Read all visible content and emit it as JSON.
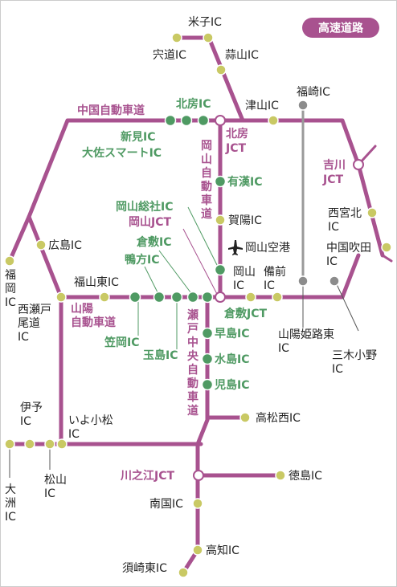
{
  "legend": {
    "badge": "高速道路"
  },
  "colors": {
    "expressway": "#a8528f",
    "ic_marker": "#c9c964",
    "highlight_ic": "#4f9a63",
    "other_road": "#9a9a9a",
    "badge": "#a8528f"
  },
  "routes": {
    "chugoku": "中国自動車道",
    "okayama": [
      "岡",
      "山",
      "自",
      "動",
      "車",
      "道"
    ],
    "sanyo": [
      "山陽",
      "自動車道"
    ],
    "setochuo": [
      "瀬",
      "戸",
      "中",
      "央",
      "自",
      "動",
      "車",
      "道"
    ]
  },
  "junctions": {
    "hokubo_jct": [
      "北房",
      "JCT"
    ],
    "yoshikawa_jct": [
      "吉川",
      "JCT"
    ],
    "okayama_jct": "岡山JCT",
    "kurashiki_jct": "倉敷JCT",
    "kawanoe_jct": "川之江JCT"
  },
  "interchanges": {
    "yonago": "米子IC",
    "shinji": "宍道IC",
    "hiruzen": "蒜山IC",
    "hokubo": "北房IC",
    "tsuyama": "津山IC",
    "fukusaki": "福崎IC",
    "niimi": "新見IC",
    "osa_smart": "大佐スマートIC",
    "ukan": "有漢IC",
    "okayama_soja": "岡山総社IC",
    "kayo": "賀陽IC",
    "nishinomiya_kita": [
      "西宮北",
      "IC"
    ],
    "hiroshima": "広島IC",
    "kurashiki": "倉敷IC",
    "chugoku_suita": [
      "中国吹田",
      "IC"
    ],
    "kamogata": "鴨方IC",
    "okayama_airport": "岡山空港",
    "fukuoka": [
      "福",
      "岡",
      "IC"
    ],
    "okayama": [
      "岡山",
      "IC"
    ],
    "bizen": [
      "備前",
      "IC"
    ],
    "fukuyama_higashi": "福山東IC",
    "nishiseto_onomichi": [
      "西瀬戸",
      "尾道",
      "IC"
    ],
    "sanyo_himeji_higashi": [
      "山陽姫路東",
      "IC"
    ],
    "kasaoka": "笠岡IC",
    "hayashima": "早島IC",
    "mikiono": [
      "三木小野",
      "IC"
    ],
    "tamashima": "玉島IC",
    "mizushima": "水島IC",
    "kojima": "児島IC",
    "iyo": [
      "伊予",
      "IC"
    ],
    "iyo_komatsu": [
      "いよ小松",
      "IC"
    ],
    "takamatsu_nishi": "高松西IC",
    "ozu": [
      "大",
      "洲",
      "IC"
    ],
    "matsuyama": [
      "松山",
      "IC"
    ],
    "tokushima": "徳島IC",
    "nangoku": "南国IC",
    "kochi": "高知IC",
    "susaki_higashi": "須崎東IC"
  }
}
